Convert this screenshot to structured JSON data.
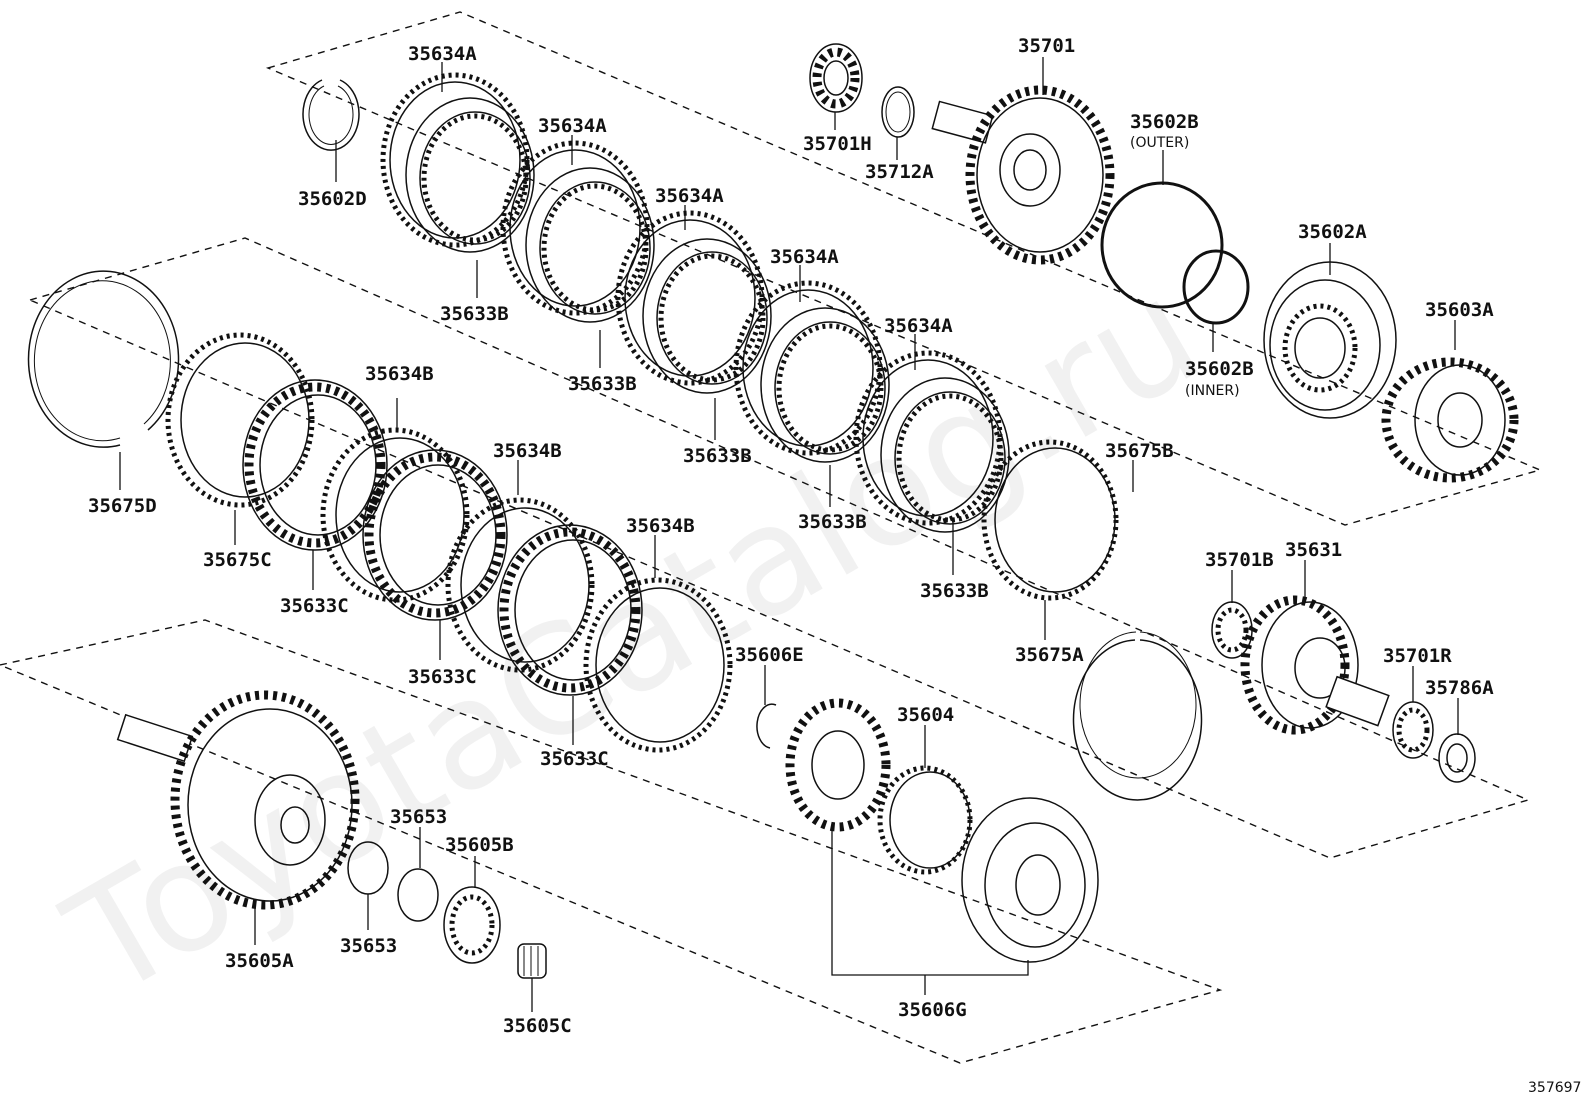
{
  "watermark": "ToyotaCatalog.ru",
  "figure_ref": "357697",
  "labels": [
    {
      "id": "35634A_1",
      "text": "35634A"
    },
    {
      "id": "35634A_2",
      "text": "35634A"
    },
    {
      "id": "35634A_3",
      "text": "35634A"
    },
    {
      "id": "35634A_4",
      "text": "35634A"
    },
    {
      "id": "35634A_5",
      "text": "35634A"
    },
    {
      "id": "35602D",
      "text": "35602D"
    },
    {
      "id": "35633B_1",
      "text": "35633B"
    },
    {
      "id": "35633B_2",
      "text": "35633B"
    },
    {
      "id": "35633B_3",
      "text": "35633B"
    },
    {
      "id": "35633B_4",
      "text": "35633B"
    },
    {
      "id": "35633B_5",
      "text": "35633B"
    },
    {
      "id": "35701H",
      "text": "35701H"
    },
    {
      "id": "35712A",
      "text": "35712A"
    },
    {
      "id": "35701",
      "text": "35701"
    },
    {
      "id": "35602B_outer",
      "text": "35602B"
    },
    {
      "id": "35602B_inner",
      "text": "35602B"
    },
    {
      "id": "35602A",
      "text": "35602A"
    },
    {
      "id": "35603A",
      "text": "35603A"
    },
    {
      "id": "35634B_1",
      "text": "35634B"
    },
    {
      "id": "35634B_2",
      "text": "35634B"
    },
    {
      "id": "35634B_3",
      "text": "35634B"
    },
    {
      "id": "35675D",
      "text": "35675D"
    },
    {
      "id": "35675C",
      "text": "35675C"
    },
    {
      "id": "35633C_1",
      "text": "35633C"
    },
    {
      "id": "35633C_2",
      "text": "35633C"
    },
    {
      "id": "35633C_3",
      "text": "35633C"
    },
    {
      "id": "35675B",
      "text": "35675B"
    },
    {
      "id": "35675A",
      "text": "35675A"
    },
    {
      "id": "35701B",
      "text": "35701B"
    },
    {
      "id": "35631",
      "text": "35631"
    },
    {
      "id": "35701R",
      "text": "35701R"
    },
    {
      "id": "35786A",
      "text": "35786A"
    },
    {
      "id": "35606E",
      "text": "35606E"
    },
    {
      "id": "35604",
      "text": "35604"
    },
    {
      "id": "35653_top",
      "text": "35653"
    },
    {
      "id": "35653_bottom",
      "text": "35653"
    },
    {
      "id": "35605B",
      "text": "35605B"
    },
    {
      "id": "35605A",
      "text": "35605A"
    },
    {
      "id": "35605C",
      "text": "35605C"
    },
    {
      "id": "35606G",
      "text": "35606G"
    }
  ],
  "sublabels": {
    "outer": "(OUTER)",
    "inner": "(INNER)"
  }
}
